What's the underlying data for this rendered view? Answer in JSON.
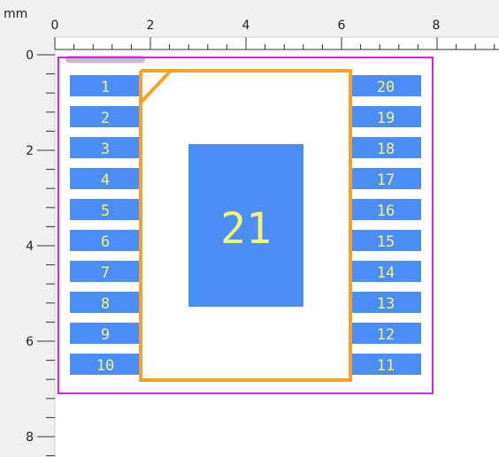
{
  "units_label": "mm",
  "ruler": {
    "x_labels": [
      "0",
      "2",
      "4",
      "6",
      "8"
    ],
    "y_labels": [
      "0",
      "2",
      "4",
      "6",
      "8"
    ]
  },
  "component": {
    "left_pads": [
      "1",
      "2",
      "3",
      "4",
      "5",
      "6",
      "7",
      "8",
      "9",
      "10"
    ],
    "right_pads": [
      "20",
      "19",
      "18",
      "17",
      "16",
      "15",
      "14",
      "13",
      "12",
      "11"
    ],
    "thermal_pad": "21"
  },
  "colors": {
    "pad": "#4b8ef5",
    "pad_text": "#f4f27a",
    "silkscreen": "#f5a12b",
    "courtyard": "#e020e0",
    "ruler_bg": "#f0f0f0",
    "ruler_line": "#333333",
    "scroll_thumb": "#c0c0c0"
  }
}
